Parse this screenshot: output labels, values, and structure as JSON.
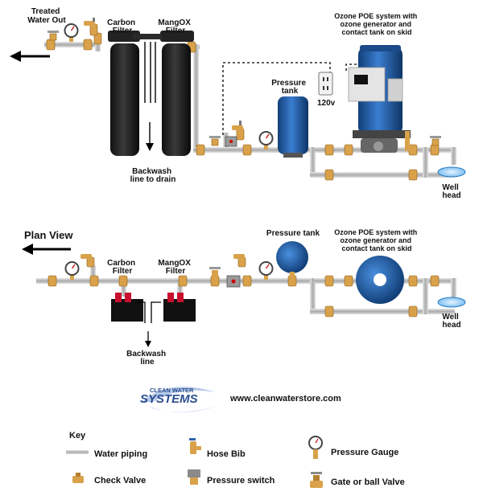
{
  "elevation": {
    "treated_water_out": [
      "Treated",
      "Water Out"
    ],
    "carbon_filter": [
      "Carbon",
      "Filter"
    ],
    "mangox_filter": [
      "MangOX",
      "Filter"
    ],
    "ozone_system": [
      "Ozone POE system with",
      "ozone generator and",
      "contact tank on skid"
    ],
    "pressure_tank": [
      "Pressure",
      "tank"
    ],
    "outlet_voltage": "120v",
    "backwash": [
      "Backwash",
      "line to drain"
    ],
    "well_head": [
      "Well",
      "head"
    ]
  },
  "plan": {
    "title": "Plan View",
    "carbon_filter": [
      "Carbon",
      "Filter"
    ],
    "mangox_filter": [
      "MangOX",
      "Filter"
    ],
    "pressure_tank": "Pressure tank",
    "ozone_system": [
      "Ozone POE system with",
      "ozone generator and",
      "contact tank on skid"
    ],
    "backwash": [
      "Backwash",
      "line"
    ],
    "well_head": [
      "Well",
      "head"
    ]
  },
  "brand": {
    "logo_top": "CLEAN WATER",
    "logo_main": "SYSTEMS",
    "website": "www.cleanwaterstore.com"
  },
  "key": {
    "title": "Key",
    "water_piping": "Water piping",
    "check_valve": "Check Valve",
    "hose_bib": "Hose Bib",
    "pressure_switch": "Pressure switch",
    "pressure_gauge": "Pressure Gauge",
    "gate_valve": "Gate or ball Valve"
  },
  "colors": {
    "pipe": "#b8b8b8",
    "brass": "#d9a24a",
    "tank_blue": "#1f5fa8",
    "filter_black": "#1e1e1e",
    "logo_blue": "#2a4d8f"
  }
}
